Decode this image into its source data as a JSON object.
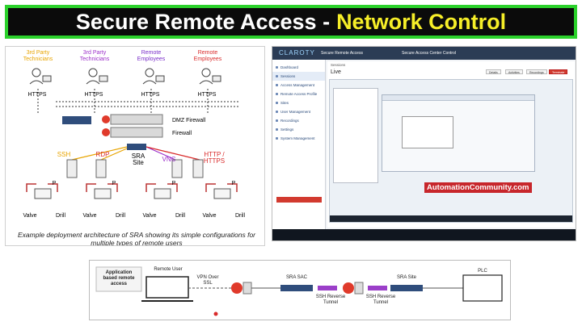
{
  "banner": {
    "title_main": "Secure Remote Access -",
    "title_highlight": "Network Control"
  },
  "architecture": {
    "actors": [
      {
        "label": "3rd Party\nTechnicians",
        "color": "#e8a400"
      },
      {
        "label": "3rd Party\nTechnicians",
        "color": "#9b2fc9"
      },
      {
        "label": "Remote\nEmployees",
        "color": "#7a2fc9"
      },
      {
        "label": "Remote\nEmployees",
        "color": "#d92b2b"
      }
    ],
    "https_label": "HTTPS",
    "dmz_firewall": "DMZ Firewall",
    "firewall": "Firewall",
    "protocols": {
      "ssh": "SSH",
      "rdp": "RDP",
      "vnc": "VNC",
      "http": "HTTP /\nHTTPS"
    },
    "sra_site": "SRA\nSite",
    "device_p": "P",
    "valve": "Valve",
    "drill": "Drill",
    "caption": "Example deployment architecture of SRA showing its simple configurations for multiple types of remote users"
  },
  "app_screenshot": {
    "logo": "CLAROTY",
    "app_title": "Secure Remote Access",
    "center_title": "Secure Access Center Control",
    "sidebar": [
      "Dashboard",
      "Sessions",
      "Access Management",
      "Remote Access Profile",
      "Sites",
      "User Management",
      "Recordings",
      "Settings",
      "System Management"
    ],
    "active_index": 1,
    "crumb": "Sessions",
    "heading": "Live",
    "toolbar_buttons": [
      "Details",
      "Activities",
      "Recordings",
      "Terminate"
    ],
    "watermark": "AutomationCommunity.com"
  },
  "flow": {
    "left_label": "Application\nbased remote\naccess",
    "remote_user": "Remote User",
    "vpn": "VPN Over\nSSL",
    "sra_sac": "SRA SAC",
    "ssh_tunnel_1": "SSH Reverse\nTunnel",
    "ssh_tunnel_2": "SSH Reverse\nTunnel",
    "sra_site": "SRA Site",
    "plc": "PLC"
  },
  "colors": {
    "banner_border": "#2bd12b",
    "highlight": "#f6ee28",
    "firewall_red": "#e03a2b",
    "tunnel_purple": "#9b3fc9"
  }
}
